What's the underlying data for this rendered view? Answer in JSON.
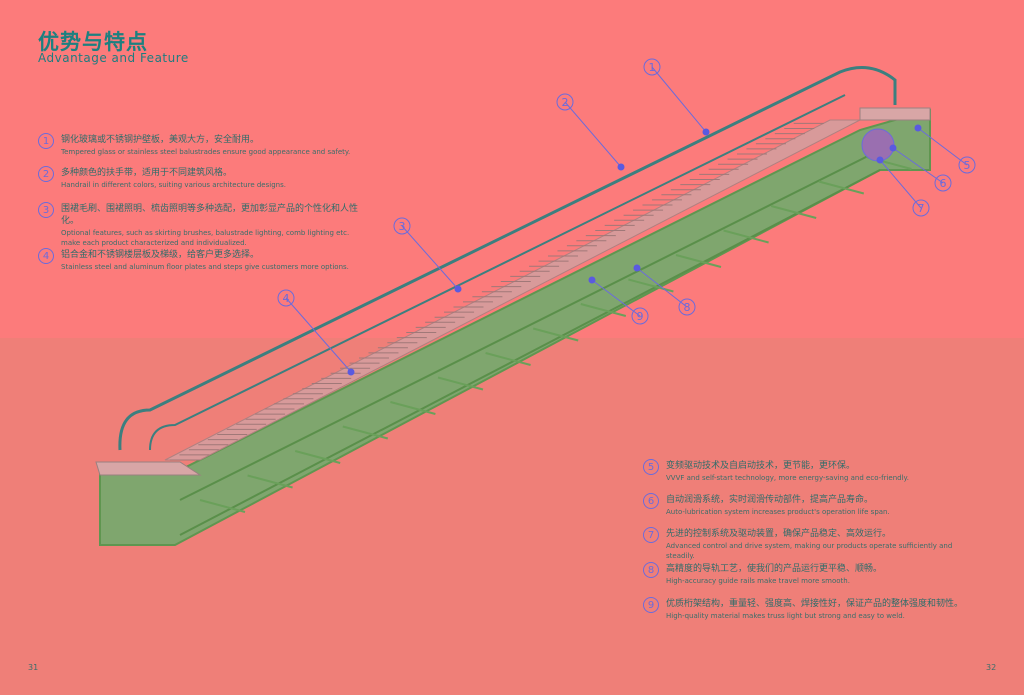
{
  "header": {
    "title": "优势与特点",
    "subtitle": "Advantage and Feature"
  },
  "features": [
    {
      "n": "1",
      "cn": "钢化玻璃或不锈钢护壁板，美观大方，安全耐用。",
      "en": "Tempered glass or stainless steel balustrades ensure good appearance and safety."
    },
    {
      "n": "2",
      "cn": "多种颜色的扶手带，适用于不同建筑风格。",
      "en": "Handrail in different colors, suiting various architecture designs."
    },
    {
      "n": "3",
      "cn": "围裙毛刷、围裙照明、梳齿照明等多种选配，更加彰显产品的个性化和人性化。",
      "en": "Optional features, such as skirting brushes, balustrade lighting, comb lighting etc. make each product characterized and individualized."
    },
    {
      "n": "4",
      "cn": "铝合金和不锈钢楼层板及梯级，给客户更多选择。",
      "en": "Stainless steel and aluminum floor plates and steps give customers more options."
    },
    {
      "n": "5",
      "cn": "变频驱动技术及自启动技术，更节能，更环保。",
      "en": "VVVF and self-start technology, more energy-saving and eco-friendly."
    },
    {
      "n": "6",
      "cn": "自动润滑系统，实时润滑传动部件，提高产品寿命。",
      "en": "Auto-lubrication system increases product's operation life span."
    },
    {
      "n": "7",
      "cn": "先进的控制系统及驱动装置，确保产品稳定、高效运行。",
      "en": "Advanced control and drive system, making our products operate sufficiently and steadily."
    },
    {
      "n": "8",
      "cn": "高精度的导轨工艺，使我们的产品运行更平稳、顺畅。",
      "en": "High-accuracy guide rails make travel more smooth."
    },
    {
      "n": "9",
      "cn": "优质桁架结构，重量轻、强度高、焊接性好，保证产品的整体强度和韧性。",
      "en": "High-quality material makes truss light but strong and easy to weld."
    }
  ],
  "pages": {
    "left": "31",
    "right": "32"
  }
}
